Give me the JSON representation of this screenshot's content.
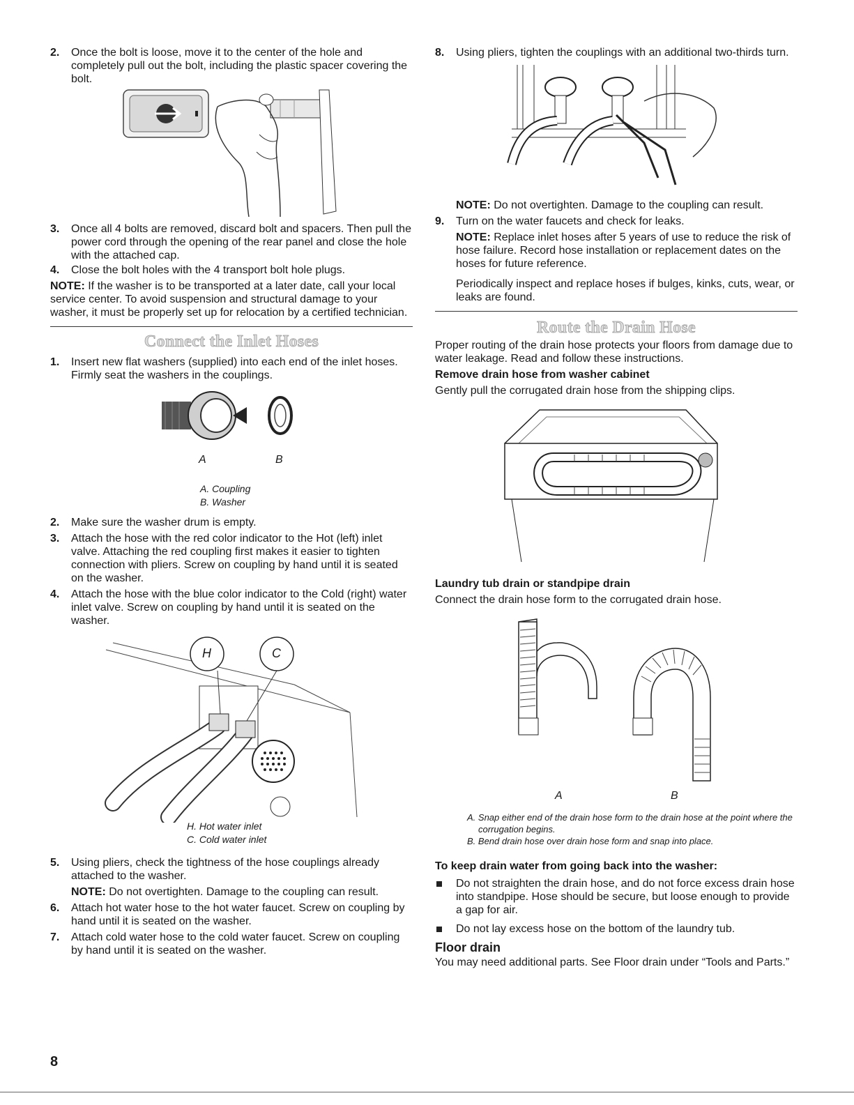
{
  "left": {
    "step2": {
      "num": "2.",
      "text": "Once the bolt is loose, move it to the center of the hole and completely pull out the bolt, including the plastic spacer covering the bolt."
    },
    "step3": {
      "num": "3.",
      "text": "Once all 4 bolts are removed, discard bolt and spacers. Then pull the power cord through the opening of the rear panel and close the hole with the attached cap."
    },
    "step4": {
      "num": "4.",
      "text": "Close the bolt holes with the 4 transport bolt hole plugs."
    },
    "note": {
      "label": "NOTE:",
      "text": " If the washer is to be transported at a later date, call your local service center. To avoid suspension and structural damage to your washer, it must be properly set up for relocation by a certified technician."
    },
    "section_title": "Connect the Inlet Hoses",
    "inlet_step1": {
      "num": "1.",
      "text": "Insert new flat washers (supplied) into each end of the inlet hoses. Firmly seat the washers in the couplings."
    },
    "fig_washer": {
      "label_a": "A",
      "label_b": "B",
      "cap_a": "A. Coupling",
      "cap_b": "B. Washer"
    },
    "inlet_step2": {
      "num": "2.",
      "text": "Make sure the washer drum is empty."
    },
    "inlet_step3": {
      "num": "3.",
      "text": "Attach the hose with the red color indicator to the Hot (left) inlet valve. Attaching the red coupling first makes it easier to tighten connection with pliers. Screw on coupling by hand until it is seated on the washer."
    },
    "inlet_step4": {
      "num": "4.",
      "text": "Attach the hose with the blue color indicator to the Cold (right) water inlet valve. Screw on coupling by hand until it is seated on the washer."
    },
    "fig_hc": {
      "label_h": "H",
      "label_c": "C",
      "cap_h": "H. Hot water inlet",
      "cap_c": "C. Cold water inlet"
    },
    "inlet_step5": {
      "num": "5.",
      "text": "Using pliers, check the tightness of the hose couplings already attached to the washer."
    },
    "inlet_step5_note": {
      "label": "NOTE:",
      "text": " Do not overtighten. Damage to the coupling can result."
    },
    "inlet_step6": {
      "num": "6.",
      "text": "Attach hot water hose to the hot water faucet. Screw on coupling by hand until it is seated on the washer."
    },
    "inlet_step7": {
      "num": "7.",
      "text": "Attach cold water hose to the cold water faucet. Screw on coupling by hand until it is seated on the washer."
    }
  },
  "right": {
    "step8": {
      "num": "8.",
      "text": "Using pliers, tighten the couplings with an additional two-thirds turn."
    },
    "step8_note": {
      "label": "NOTE:",
      "text": " Do not overtighten. Damage to the coupling can result."
    },
    "step9": {
      "num": "9.",
      "text": "Turn on the water faucets and check for leaks."
    },
    "step9_note": {
      "label": "NOTE:",
      "text": " Replace inlet hoses after 5 years of use to reduce the risk of hose failure. Record hose installation or replacement dates on the hoses for future reference."
    },
    "step9_para": "Periodically inspect and replace hoses if bulges, kinks, cuts, wear, or leaks are found.",
    "section_title": "Route the Drain Hose",
    "intro": "Proper routing of the drain hose protects your floors from damage due to water leakage. Read and follow these instructions.",
    "remove_heading": "Remove drain hose from washer cabinet",
    "remove_text": "Gently pull the corrugated drain hose from the shipping clips.",
    "tub_heading": "Laundry tub drain or standpipe drain",
    "tub_text": "Connect the drain hose form to the corrugated drain hose.",
    "fig_hose": {
      "label_a": "A",
      "label_b": "B",
      "cap_a": "A. Snap either end of the drain hose form to the drain hose at the point where the corrugation begins.",
      "cap_b": "B. Bend drain hose over drain hose form and snap into place."
    },
    "keep_heading": "To keep drain water from going back into the washer:",
    "bullets": [
      "Do not straighten the drain hose, and do not force excess drain hose into standpipe. Hose should be secure, but loose enough to provide a gap for air.",
      "Do not lay excess hose on the bottom of the laundry tub."
    ],
    "floor_heading": "Floor drain",
    "floor_text": "You may need additional parts. See Floor drain under “Tools and Parts.”"
  },
  "page_number": "8"
}
